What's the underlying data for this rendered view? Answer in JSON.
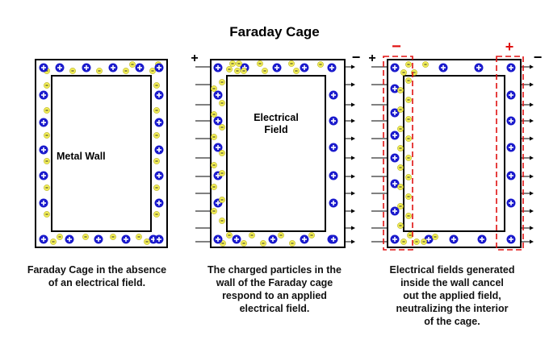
{
  "title": "Faraday Cage",
  "labels": {
    "metal_wall": "Metal Wall",
    "electrical_field_line1": "Electrical",
    "electrical_field_line2": "Field",
    "plus": "+",
    "minus": "−"
  },
  "captions": [
    [
      "Faraday Cage in the absence",
      "of an electrical field."
    ],
    [
      "The charged particles in the",
      "wall of the Faraday cage",
      "respond to an applied",
      "electrical field."
    ],
    [
      "Electrical fields generated",
      "inside the wall cancel",
      "out the applied field,",
      "neutralizing the interior",
      "of the cage."
    ]
  ],
  "colors": {
    "positive_charge": "#1a1acc",
    "negative_charge": "#f2ee55",
    "wall": "#000000",
    "dashed_box": "#e01010",
    "field_line": "#000000"
  }
}
